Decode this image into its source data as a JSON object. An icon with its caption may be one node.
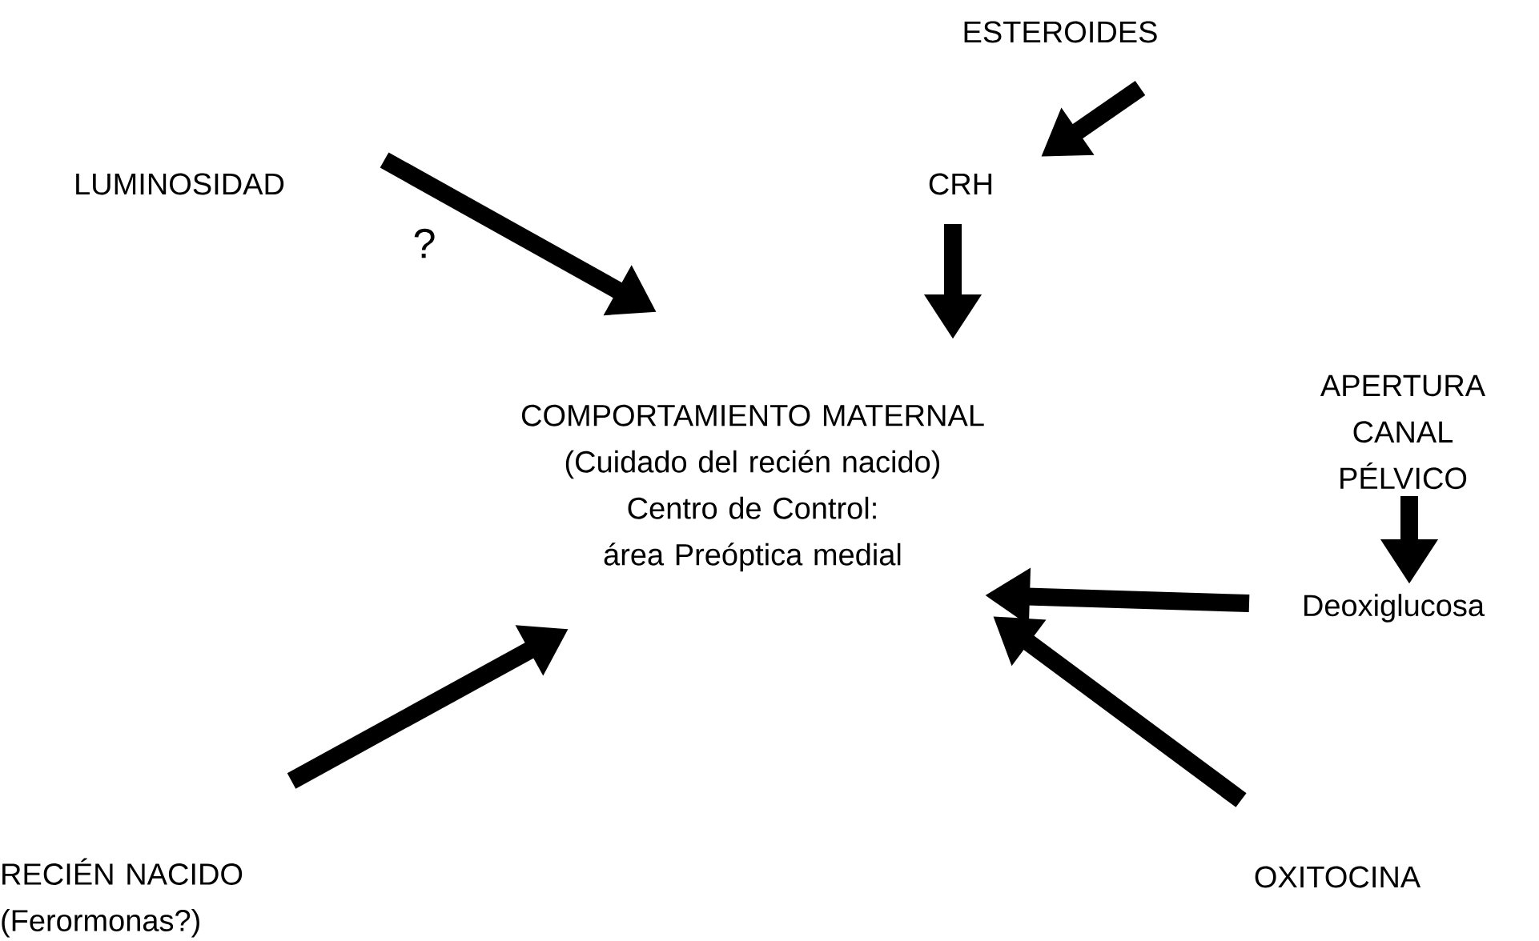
{
  "diagram": {
    "nodes": [
      {
        "text": [
          "LUMINOSIDAD"
        ]
      },
      {
        "text": [
          "ESTEROIDES"
        ]
      },
      {
        "text": [
          "CRH"
        ]
      },
      {
        "text": [
          "COMPORTAMIENTO MATERNAL",
          "(Cuidado del recién nacido)",
          "Centro de Control: área Preóptica medial"
        ]
      },
      {
        "text": [
          "APERTURA CANAL PÉLVICO"
        ]
      },
      {
        "text": [
          "Deoxiglucosa"
        ]
      },
      {
        "text": [
          "RECIÉN NACIDO",
          "(Ferormonas?)"
        ]
      },
      {
        "text": [
          "OXITOCINA"
        ]
      }
    ],
    "edges": [
      {
        "from": 0,
        "to": 3,
        "arrow": "to",
        "label": "?"
      },
      {
        "from": 1,
        "to": 2,
        "arrow": "to"
      },
      {
        "from": 2,
        "to": 3,
        "arrow": "to"
      },
      {
        "from": 4,
        "to": 5,
        "arrow": "to"
      },
      {
        "from": 5,
        "to": 3,
        "arrow": "to"
      },
      {
        "from": 6,
        "to": 3,
        "arrow": "to"
      },
      {
        "from": 7,
        "to": 3,
        "arrow": "to"
      }
    ]
  }
}
